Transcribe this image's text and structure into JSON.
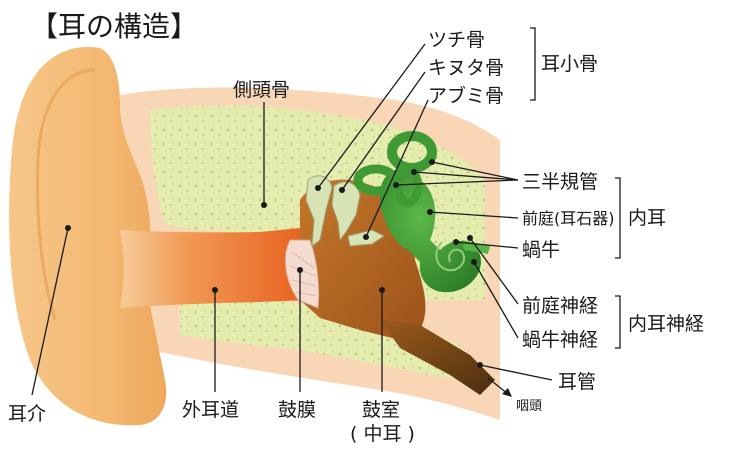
{
  "title": "【耳の構造】",
  "labels": {
    "temporal_bone": "側頭骨",
    "malleus": "ツチ骨",
    "incus": "キヌタ骨",
    "stapes": "アブミ骨",
    "ossicles": "耳小骨",
    "semicircular_canals": "三半規管",
    "vestibule": "前庭(耳石器)",
    "cochlea": "蝸牛",
    "inner_ear": "内耳",
    "vestibular_nerve": "前庭神経",
    "cochlear_nerve": "蝸牛神経",
    "inner_ear_nerve": "内耳神経",
    "eustachian_tube": "耳管",
    "pharynx": "咽頭",
    "auricle": "耳介",
    "ear_canal": "外耳道",
    "eardrum": "鼓膜",
    "tympanic_cavity": "鼓室",
    "middle_ear": "( 中耳 )"
  },
  "colors": {
    "auricle": "#f3b872",
    "skin": "#f7d2b2",
    "bone": "#e6edb0",
    "canal": "#ee7430",
    "middle_ear": "#b7651f",
    "inner_ear": "#3f9a33",
    "tube": "#6e4714"
  }
}
